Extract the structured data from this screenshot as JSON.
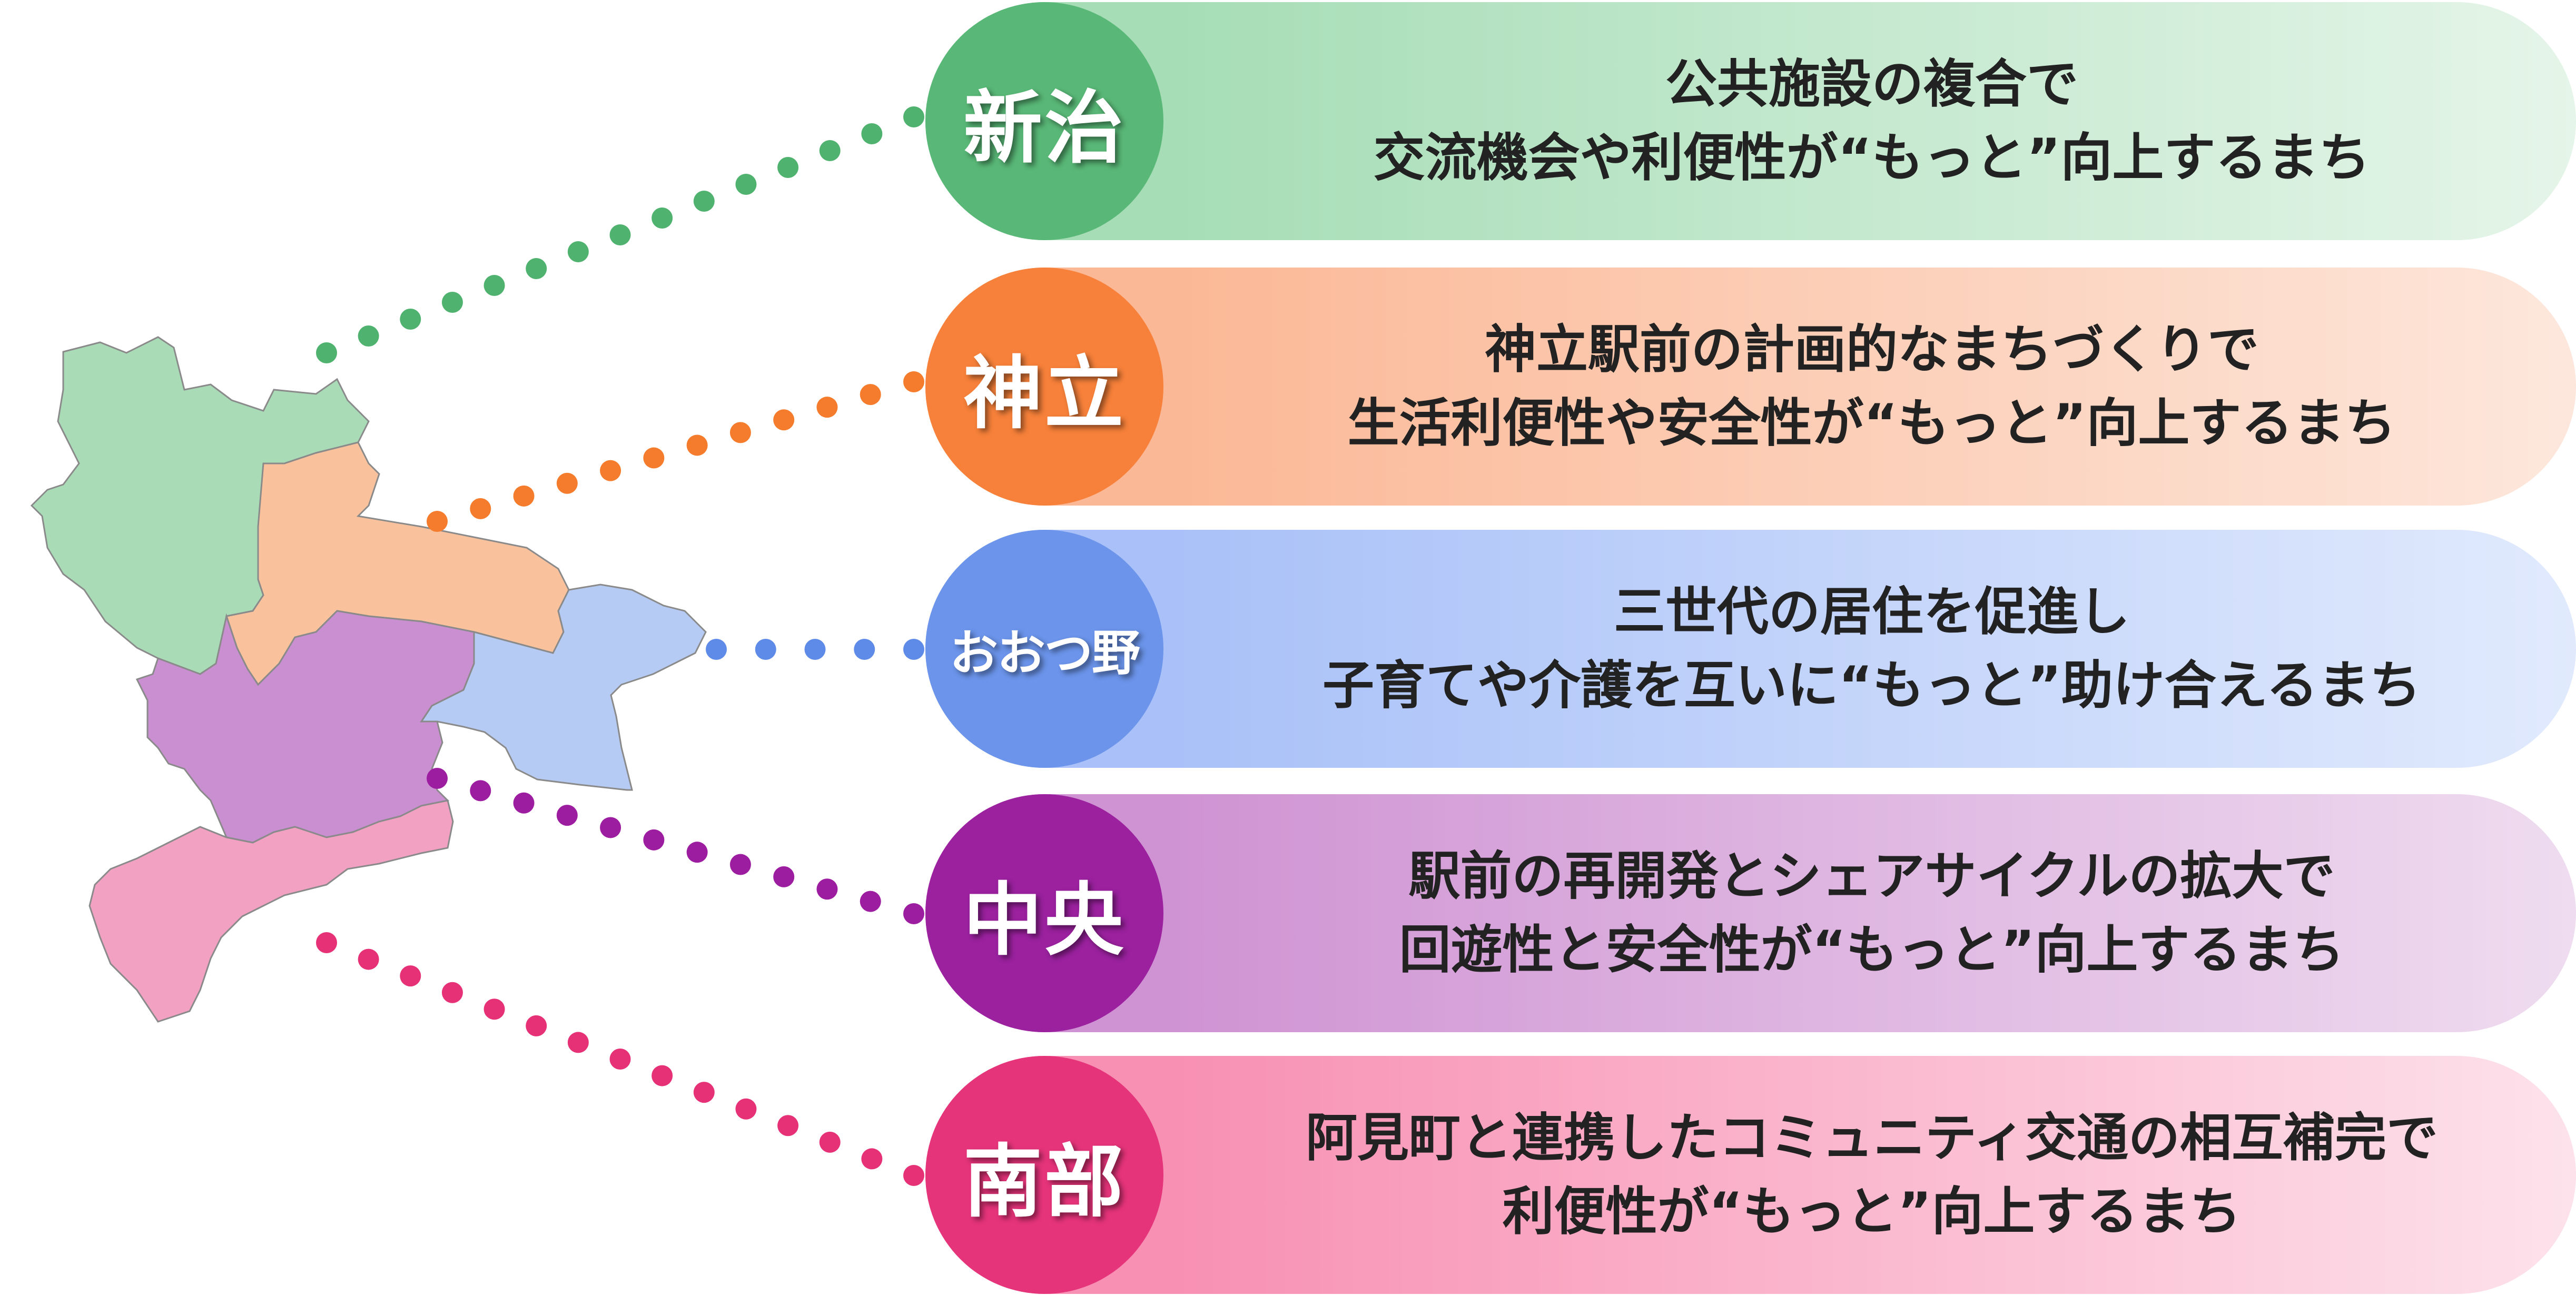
{
  "districts": [
    {
      "key": "shinji",
      "name": "新治",
      "lines": [
        "公共施設の複合で",
        "交流機会や利便性が“もっと”向上するまち"
      ],
      "circle_color": "#59b877",
      "pill_from": "#a6ddb6",
      "pill_to": "#e5f5e9",
      "dot_color": "#4fb26e",
      "map_color": "#a9dbb7"
    },
    {
      "key": "kandatsu",
      "name": "神立",
      "lines": [
        "神立駅前の計画的なまちづくりで",
        "生活利便性や安全性が“もっと”向上するまち"
      ],
      "circle_color": "#f7813a",
      "pill_from": "#fbb896",
      "pill_to": "#fde7dc",
      "dot_color": "#f47c2c",
      "map_color": "#f9c29d"
    },
    {
      "key": "otsuno",
      "name": "おおつ野",
      "lines": [
        "三世代の居住を促進し",
        "子育てや介護を互いに“もっと”助け合えるまち"
      ],
      "circle_color": "#6b94ea",
      "pill_from": "#a9c1f8",
      "pill_to": "#e1eafd",
      "dot_color": "#5e8ae8",
      "map_color": "#b6cbf3"
    },
    {
      "key": "chuo",
      "name": "中央",
      "lines": [
        "駅前の再開発とシェアサイクルの拡大で",
        "回遊性と安全性が“もっと”向上するまち"
      ],
      "circle_color": "#9b219f",
      "pill_from": "#cf93d3",
      "pill_to": "#efdcf0",
      "dot_color": "#9c1d9f",
      "map_color": "#c98fd0"
    },
    {
      "key": "nanbu",
      "name": "南部",
      "lines": [
        "阿見町と連携したコミュニティ交通の相互補完で",
        "利便性が“もっと”向上するまち"
      ],
      "circle_color": "#e6347a",
      "pill_from": "#f890b3",
      "pill_to": "#fde2eb",
      "dot_color": "#e63177",
      "map_color": "#f2a1c3"
    }
  ]
}
